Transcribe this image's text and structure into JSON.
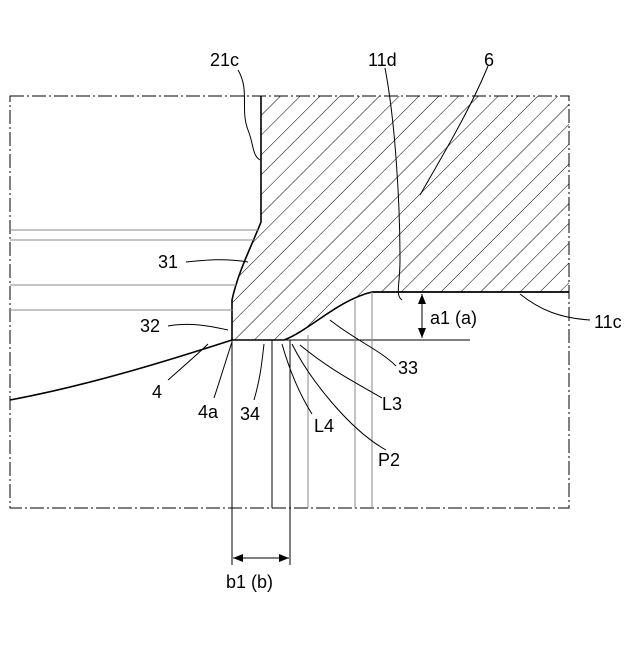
{
  "labels": {
    "l_21c": "21c",
    "l_11d": "11d",
    "l_6": "6",
    "l_31": "31",
    "l_a1a": "a1 (a)",
    "l_11c": "11c",
    "l_32": "32",
    "l_33": "33",
    "l_4": "4",
    "l_4a": "4a",
    "l_34": "34",
    "l_L3": "L3",
    "l_L4": "L4",
    "l_P2": "P2",
    "l_b1b": "b1 (b)"
  }
}
